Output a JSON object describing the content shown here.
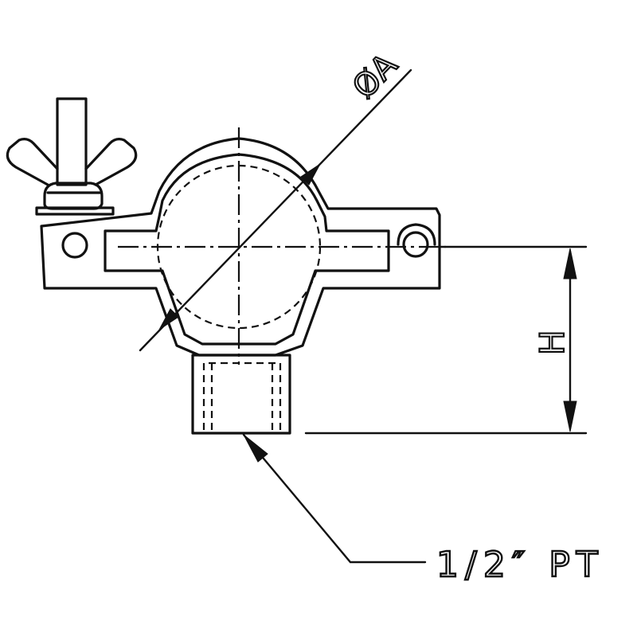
{
  "labels": {
    "diameter": "ØA",
    "height": "H",
    "thread": "1/2″ PT"
  }
}
